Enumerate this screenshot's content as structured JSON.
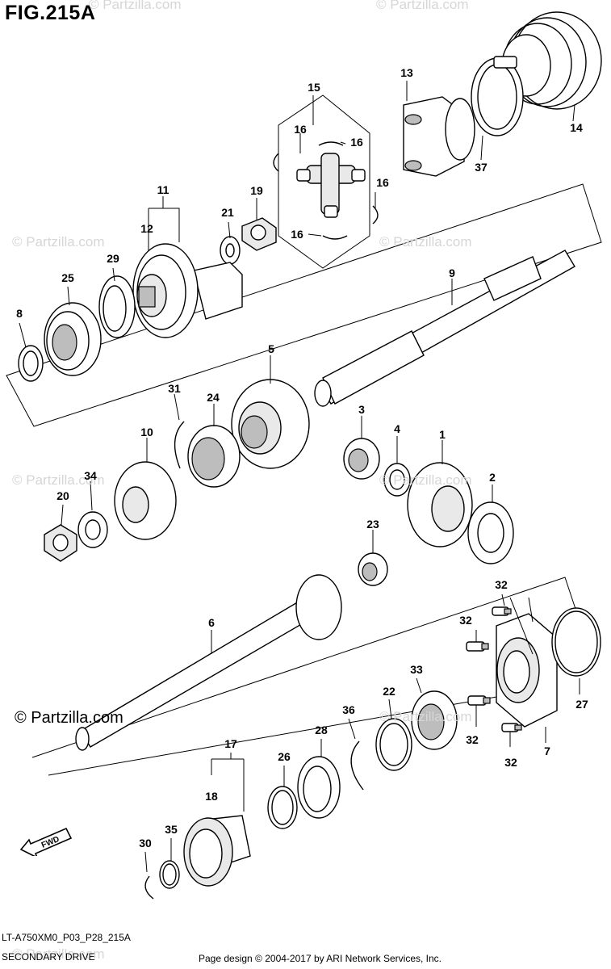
{
  "figure": {
    "title": "FIG.215A",
    "model_code": "LT-A750XM0_P03_P28_215A",
    "section_name": "SECONDARY DRIVE",
    "page_credit": "Page design © 2004-2017 by ARI Network Services, Inc.",
    "watermark": "© Partzilla.com",
    "direction_label": "FWD"
  },
  "callouts": {
    "c1": "1",
    "c2": "2",
    "c3": "3",
    "c4": "4",
    "c5": "5",
    "c6": "6",
    "c7": "7",
    "c8": "8",
    "c9": "9",
    "c10": "10",
    "c11": "11",
    "c12": "12",
    "c13": "13",
    "c14": "14",
    "c15": "15",
    "c16a": "16",
    "c16b": "16",
    "c16c": "16",
    "c16d": "16",
    "c17": "17",
    "c18": "18",
    "c19": "19",
    "c20": "20",
    "c21": "21",
    "c22": "22",
    "c23": "23",
    "c24": "24",
    "c25": "25",
    "c26": "26",
    "c27": "27",
    "c28": "28",
    "c29": "29",
    "c30": "30",
    "c31": "31",
    "c32a": "32",
    "c32b": "32",
    "c32c": "32",
    "c32d": "32",
    "c33": "33",
    "c34": "34",
    "c35": "35",
    "c36": "36",
    "c37": "37"
  }
}
